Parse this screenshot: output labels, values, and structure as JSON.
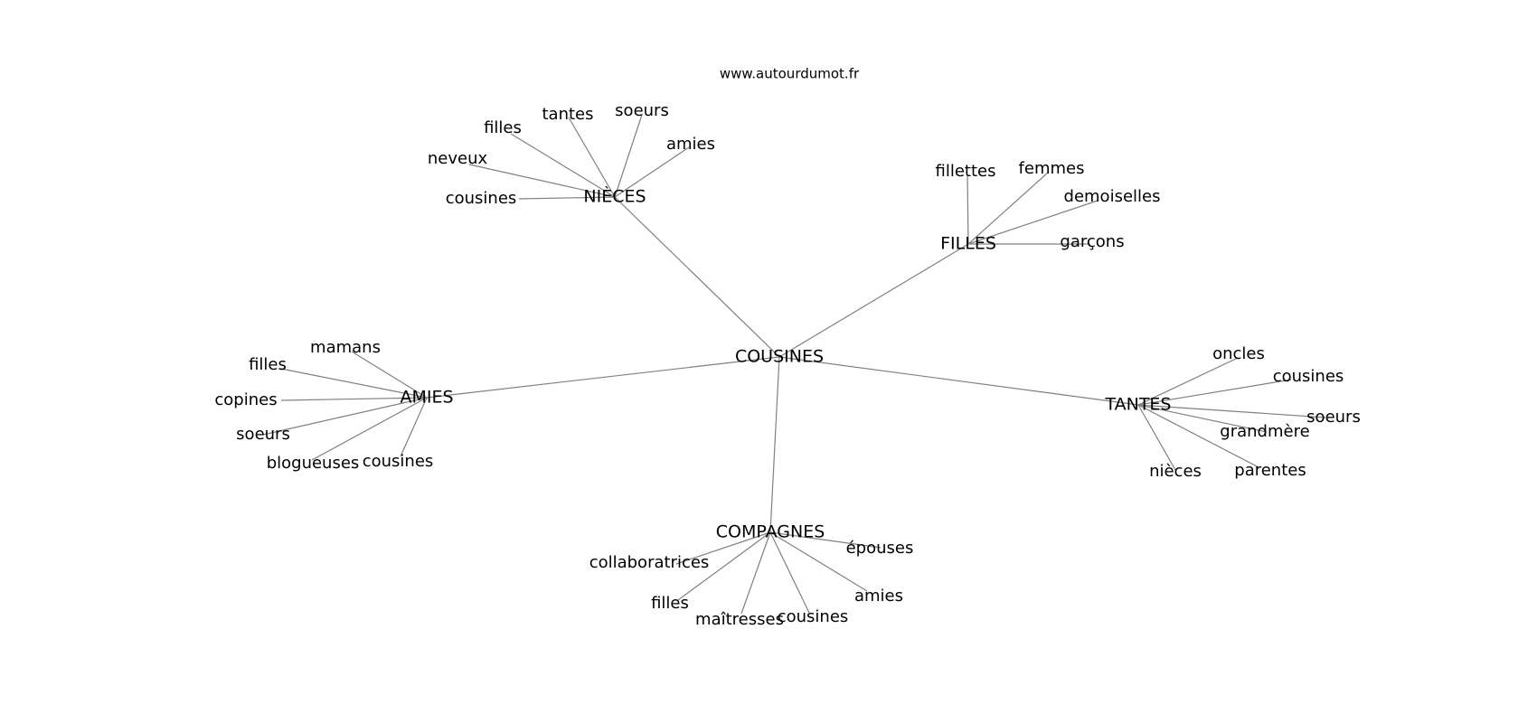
{
  "source": "www.autourdumot.fr",
  "root": "COUSINES",
  "hubs": [
    {
      "id": "nieces",
      "label": "NIÈCES",
      "leaves": [
        "cousines",
        "neveux",
        "filles",
        "tantes",
        "soeurs",
        "amies"
      ]
    },
    {
      "id": "filles",
      "label": "FILLES",
      "leaves": [
        "fillettes",
        "femmes",
        "demoiselles",
        "garçons"
      ]
    },
    {
      "id": "amies",
      "label": "AMIES",
      "leaves": [
        "mamans",
        "filles",
        "copines",
        "soeurs",
        "blogueuses",
        "cousines"
      ]
    },
    {
      "id": "tantes",
      "label": "TANTES",
      "leaves": [
        "oncles",
        "cousines",
        "soeurs",
        "grandmère",
        "nièces",
        "parentes"
      ]
    },
    {
      "id": "compagnes",
      "label": "COMPAGNES",
      "leaves": [
        "collaboratrices",
        "filles",
        "maîtresses",
        "cousines",
        "amies",
        "épouses"
      ]
    }
  ]
}
